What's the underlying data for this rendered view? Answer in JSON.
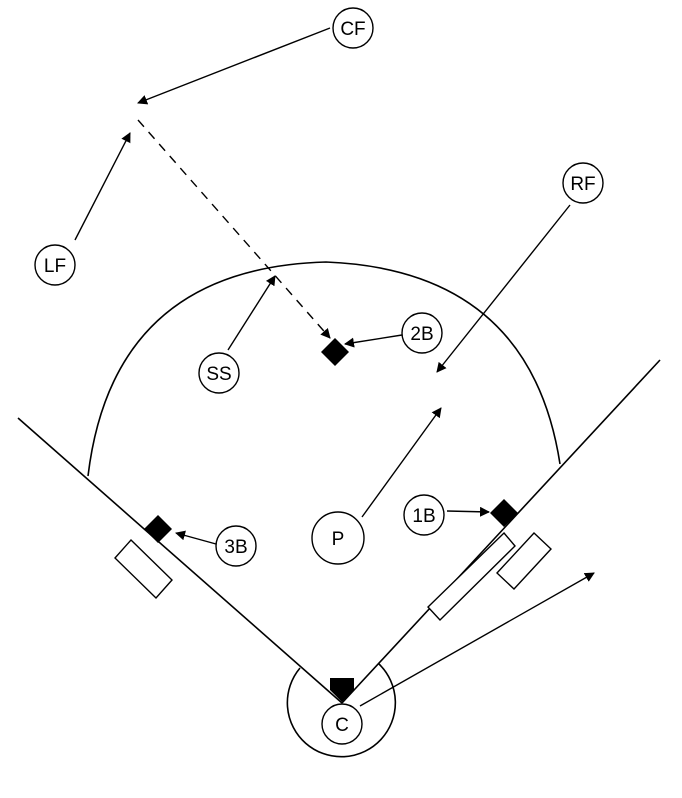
{
  "players": {
    "cf": "CF",
    "lf": "LF",
    "rf": "RF",
    "ss": "SS",
    "second_base": "2B",
    "third_base": "3B",
    "first_base": "1B",
    "pitcher": "P",
    "catcher": "C"
  },
  "colors": {
    "ink": "#000000",
    "background": "#ffffff"
  }
}
